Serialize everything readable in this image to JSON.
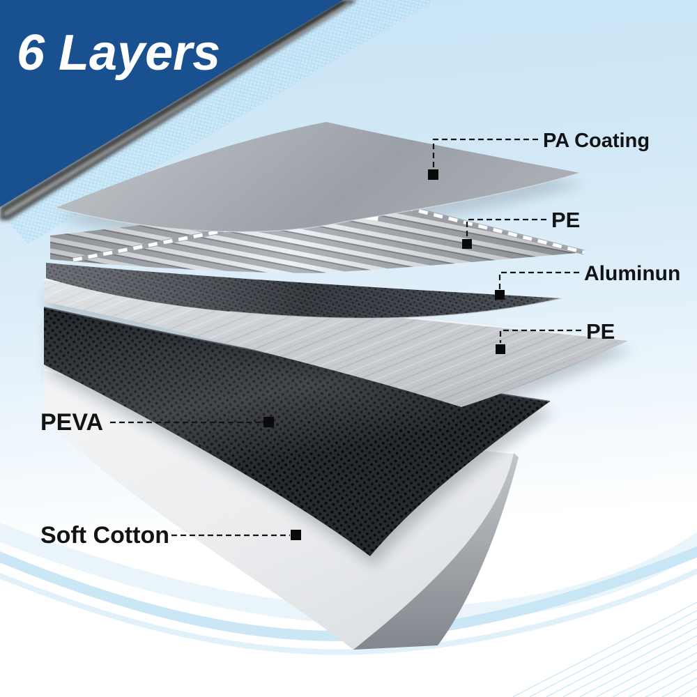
{
  "header": {
    "title": "6 Layers"
  },
  "diagram": {
    "layers": [
      {
        "id": "pa-coating",
        "label": "PA Coating",
        "label_side": "right"
      },
      {
        "id": "pe-top",
        "label": "PE",
        "label_side": "right"
      },
      {
        "id": "aluminum",
        "label": "Aluminun",
        "label_side": "right"
      },
      {
        "id": "pe-bottom",
        "label": "PE",
        "label_side": "right"
      },
      {
        "id": "peva",
        "label": "PEVA",
        "label_side": "left"
      },
      {
        "id": "soft-cotton",
        "label": "Soft Cotton",
        "label_side": "left"
      }
    ],
    "marker_icon": "black-square-marker",
    "leader_style": "dashed"
  },
  "colors": {
    "banner_blue": "#19508f",
    "banner_text": "#ffffff",
    "background_top": "#c7e4f5",
    "background_bottom": "#ffffff",
    "label_text": "#111315",
    "marker": "#0a0a0a",
    "wave_blue": "#c2e3f5"
  }
}
